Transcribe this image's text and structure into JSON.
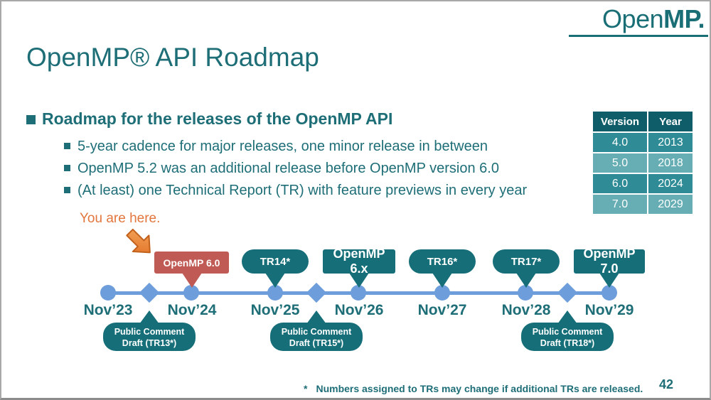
{
  "logo": {
    "open": "Open",
    "mp": "MP",
    "dot": "."
  },
  "title": "OpenMP® API Roadmap",
  "bullets": {
    "main": "Roadmap for the releases of the OpenMP API",
    "sub": [
      "5-year cadence for major releases, one minor release in between",
      "OpenMP 5.2 was an additional release before OpenMP version 6.0",
      "(At least) one Technical Report (TR) with feature previews in every year"
    ]
  },
  "table": {
    "headers": [
      "Version",
      "Year"
    ],
    "rows": [
      [
        "4.0",
        "2013"
      ],
      [
        "5.0",
        "2018"
      ],
      [
        "6.0",
        "2024"
      ],
      [
        "7.0",
        "2029"
      ]
    ]
  },
  "you_are_here": "You are here.",
  "timeline": {
    "years": [
      "Nov’23",
      "Nov’24",
      "Nov’25",
      "Nov’26",
      "Nov’27",
      "Nov’28",
      "Nov’29"
    ],
    "callouts": [
      {
        "label": "OpenMP 6.0",
        "type": "current-release"
      },
      {
        "label": "TR14*",
        "type": "technical-report"
      },
      {
        "label": "OpenMP 6.x",
        "type": "future-release"
      },
      {
        "label": "TR16*",
        "type": "technical-report"
      },
      {
        "label": "TR17*",
        "type": "technical-report"
      },
      {
        "label": "OpenMP 7.0",
        "type": "future-release"
      }
    ],
    "drafts": [
      {
        "line1": "Public Comment",
        "line2": "Draft (TR13*)"
      },
      {
        "line1": "Public Comment",
        "line2": "Draft (TR15*)"
      },
      {
        "line1": "Public Comment",
        "line2": "Draft (TR18*)"
      }
    ]
  },
  "footer": {
    "note_marker": "*",
    "note": "Numbers assigned to TRs may change if additional TRs are released.",
    "page": "42"
  },
  "colors": {
    "teal_text": "#1e6e77",
    "callout_teal": "#156e78",
    "table_header": "#0f5d68",
    "table_row_dark": "#2f8c96",
    "table_row_light": "#66aeb4",
    "release_red": "#c05a54",
    "timeline_blue": "#6d9edb",
    "accent_orange": "#e2763c"
  }
}
